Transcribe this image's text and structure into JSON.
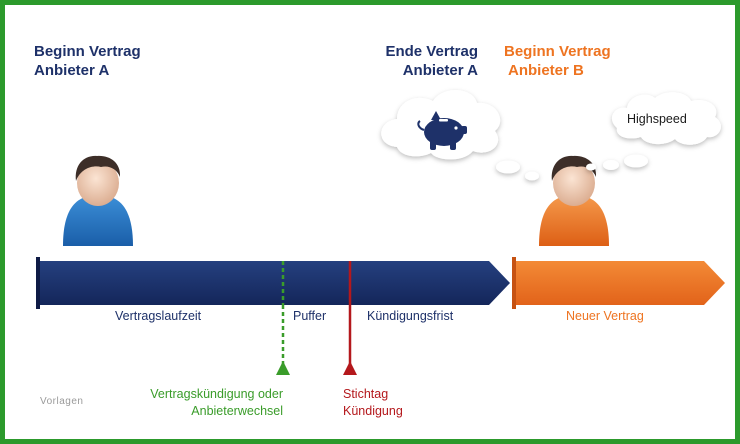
{
  "headings": {
    "start_old_line1": "Beginn Vertrag",
    "start_old_line2": "Anbieter A",
    "end_old_line1": "Ende Vertrag",
    "end_old_line2": "Anbieter A",
    "start_new_line1": "Beginn Vertrag",
    "start_new_line2": "Anbieter B"
  },
  "bubble": {
    "text": "Highspeed"
  },
  "timeline": {
    "term_label": "Vertragslaufzeit",
    "buffer_label": "Puffer",
    "notice_label": "Kündigungsfrist",
    "new_contract_label": "Neuer Vertrag"
  },
  "markers": {
    "green_line1": "Vertragskündigung oder",
    "green_line2": "Anbieterwechsel",
    "red_line1": "Stichtag",
    "red_line2": "Kündigung"
  },
  "watermark": "Vorlagen",
  "colors": {
    "navy": "#1e3169",
    "orange": "#ee7421",
    "green": "#3a9c2a",
    "red": "#b4181c",
    "border": "#2c9a2c"
  },
  "icons": [
    "piggy-bank-icon",
    "person-icon"
  ]
}
